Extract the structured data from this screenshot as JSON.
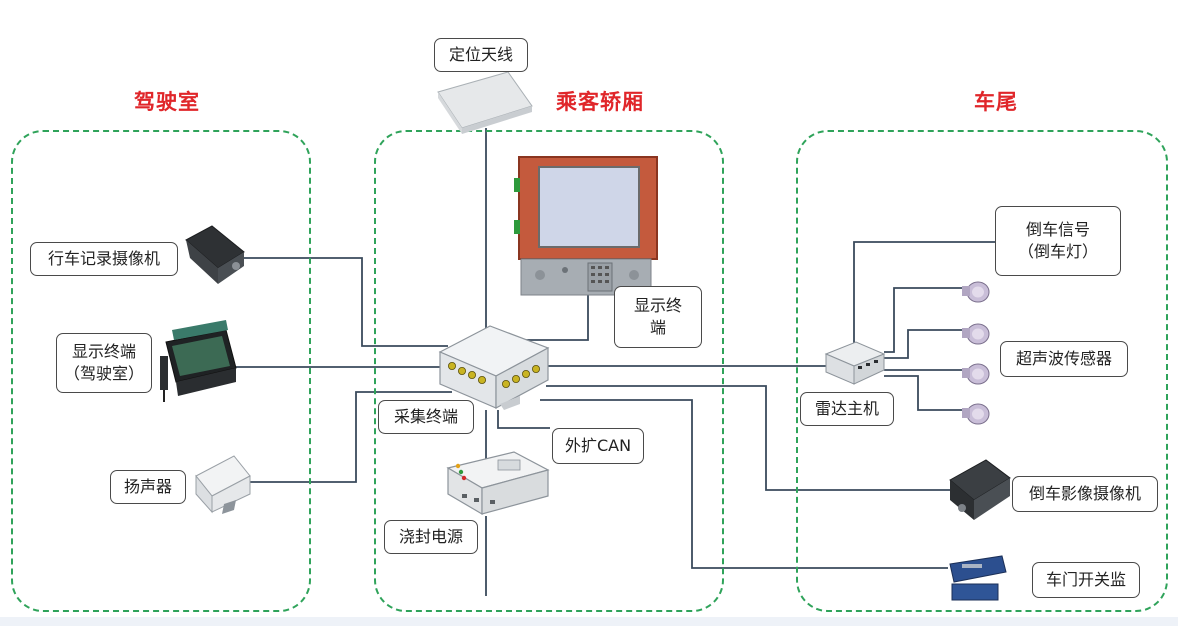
{
  "zones": {
    "cab": "驾驶室",
    "cabin": "乘客轿厢",
    "rear": "车尾"
  },
  "labels": {
    "gps_antenna": "定位天线",
    "dashcam": "行车记录摄像机",
    "cab_display_line1": "显示终端",
    "cab_display_line2": "（驾驶室）",
    "speaker": "扬声器",
    "display_line1": "显示终",
    "display_line2": "端",
    "collector": "采集终端",
    "can_ext": "外扩CAN",
    "power": "浇封电源",
    "reverse_signal_line1": "倒车信号",
    "reverse_signal_line2": "（倒车灯）",
    "ultrasonic": "超声波传感器",
    "radar_host": "雷达主机",
    "reverse_camera": "倒车影像摄像机",
    "door_monitor": "车门开关监"
  },
  "colors": {
    "zone_border": "#2fa35a",
    "zone_title": "#e0262a",
    "wire": "#3a4a5c"
  }
}
